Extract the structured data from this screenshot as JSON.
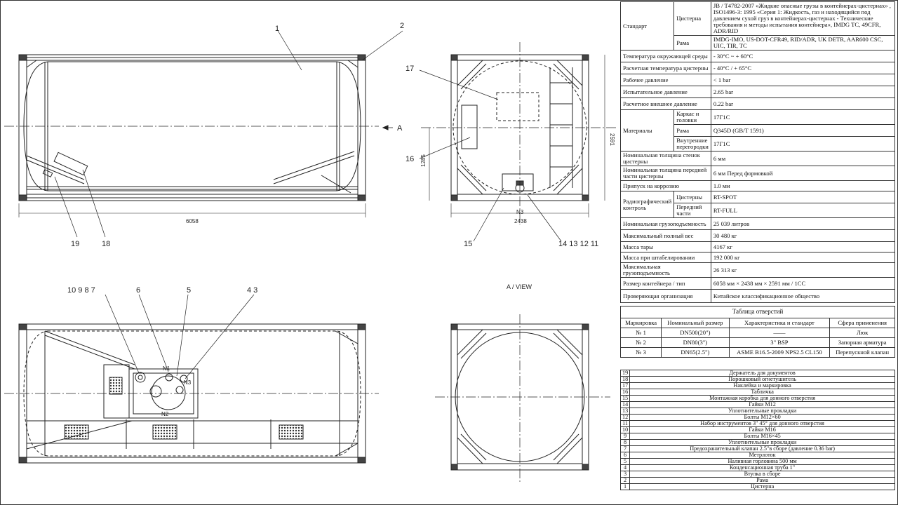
{
  "balloons": {
    "b1": "1",
    "b2": "2",
    "b17": "17",
    "b16": "16",
    "b15": "15",
    "b14_11": "14 13 12 11",
    "b19": "19",
    "b18": "18",
    "b10_7": "10 9 8 7",
    "b6": "6",
    "b5": "5",
    "b4_3": "4 3"
  },
  "dims": {
    "length": "6058",
    "width": "2438",
    "height": "2591",
    "outlet_height": "1285",
    "view_arrow": "A",
    "view_title": "A  / VIEW",
    "nozzle_tag": "N3"
  },
  "nozzle_tags": {
    "n1": "N1",
    "n2": "N2",
    "n3": "N3"
  },
  "spec": {
    "r1": {
      "c1": "Стандарт",
      "c2": "Цистерна",
      "v": "JB / T4782-2007 «Жидкие опасные грузы в контейнерах-цистернах» , ISO1496-3: 1995 «Серия 1: Жидкость, газ и находящийся под давлением сухой груз в контейнерах-цистернах - Технические требования и методы испытания контейнера», IMDG TC, 49CFR, ADR/RID"
    },
    "r2": {
      "c2": "Рама",
      "v": "IMDG-IMO, US-DOT-CFR49, RID/ADR, UK DETR,  AAR600 CSC, UIC, TIR, TC"
    },
    "r3": {
      "c": "Температура окружающей среды",
      "v": "- 30°C  ~  + 60°C"
    },
    "r4": {
      "c": "Расчетная температура цистерны",
      "v": "- 40°C / + 65°C"
    },
    "r5": {
      "c": "Рабочее  давление",
      "v": "< 1 bar"
    },
    "r6": {
      "c": "Испытательное давление",
      "v": "2.65 bar"
    },
    "r7": {
      "c": "Расчетное  внешнее давление",
      "v": "0.22 bar"
    },
    "r8": {
      "c1": "Материалы",
      "c2": "Каркас  и  головки",
      "v": "17Г1С"
    },
    "r9": {
      "c2": "Рама",
      "v": "Q345D (GB/T 1591)"
    },
    "r10": {
      "c2": "Внутренние  перегородки",
      "v": "17Г1С"
    },
    "r11": {
      "c": "Номинальная толщина стенок цистерны",
      "v": "6 мм"
    },
    "r12": {
      "c": "Номинальная толщина передней части цистерны",
      "v": "6 мм   Перед формовкой"
    },
    "r13": {
      "c": "Припуск  на  коррозию",
      "v": "1.0 мм"
    },
    "r14": {
      "c1": "Радиографический контроль",
      "c2": "Цистерны",
      "v": "RT-SPOT"
    },
    "r15": {
      "c2": "Передний части",
      "v": "RT-FULL"
    },
    "r16": {
      "c": "Номинальная грузоподъемность",
      "v": "25 039  литров"
    },
    "r17": {
      "c": "Максимальный полный вес",
      "v": "30 480 кг"
    },
    "r18": {
      "c": "Масса  тары",
      "v": "4167 кг"
    },
    "r19": {
      "c": "Масса при штабелировании",
      "v": "192 000 кг"
    },
    "r20": {
      "c": "Максимальная грузоподъемность",
      "v": "26 313 кг"
    },
    "r21": {
      "c": "Размер  контейнера / тип",
      "v": "6058 мм × 2438 мм × 2591 мм  / 1CC"
    },
    "r22": {
      "c": "Проверяющая организация",
      "v": "Китайское классификационное общество"
    }
  },
  "holes": {
    "caption": "Таблица  отверстий",
    "headers": [
      "Маркировка",
      "Номинальный размер",
      "Характеристика  и  стандарт",
      "Сфера  применения"
    ],
    "rows": [
      [
        "№ 1",
        "DN500(20\")",
        "——",
        "Люк"
      ],
      [
        "№ 2",
        "DN80(3\")",
        "3\" BSP",
        "Запорная арматура"
      ],
      [
        "№ 3",
        "DN65(2.5\")",
        "ASME B16.5-2009 NPS2.5 CL150",
        "Перепускной клапан"
      ]
    ]
  },
  "parts": [
    {
      "n": "19",
      "name": "Держатель  для  документов"
    },
    {
      "n": "18",
      "name": "Порошковый  огнетушитель"
    },
    {
      "n": "17",
      "name": "Наклейка  и  маркировка"
    },
    {
      "n": "16",
      "name": "Табличка"
    },
    {
      "n": "15",
      "name": "Монтажная  коробка  для  донного  отверстия"
    },
    {
      "n": "14",
      "name": "Гайки  M12"
    },
    {
      "n": "13",
      "name": "Уплотнительные  прокладки"
    },
    {
      "n": "12",
      "name": "Болты  M12×60"
    },
    {
      "n": "11",
      "name": "Набор  инструментов  3\" 45° для  донного  отверстия"
    },
    {
      "n": "10",
      "name": "Гайки  M16"
    },
    {
      "n": "9",
      "name": "Болты  M16×45"
    },
    {
      "n": "8",
      "name": "Уплотнительные  прокладки"
    },
    {
      "n": "7",
      "name": "Предохранительный  клапан  2.5\"в  сборе (давление  0.36 bar)"
    },
    {
      "n": "6",
      "name": "Метрлоток"
    },
    {
      "n": "5",
      "name": "Наливная  горловина  500 мм"
    },
    {
      "n": "4",
      "name": "Конденсационная  труба  1\""
    },
    {
      "n": "3",
      "name": "Втулка  в  сборе"
    },
    {
      "n": "2",
      "name": "Рама"
    },
    {
      "n": "1",
      "name": "Цистерна"
    }
  ]
}
